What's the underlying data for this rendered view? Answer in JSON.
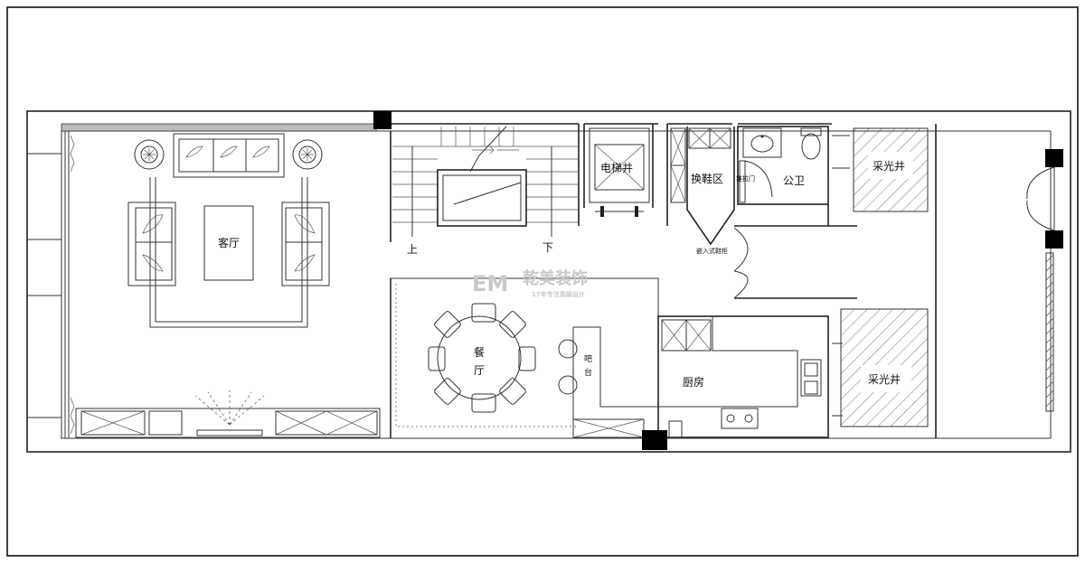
{
  "rooms": {
    "living_room": "客厅",
    "dining_room_1": "餐",
    "dining_room_2": "厅",
    "bar_1": "吧",
    "bar_2": "台",
    "kitchen": "厨房",
    "elevator_shaft": "电梯井",
    "shoe_area": "换鞋区",
    "public_bathroom": "公卫",
    "light_well_upper": "采光井",
    "light_well_lower": "采光井",
    "sliding_door": "推拉门",
    "shoe_cabinet": "嵌入式鞋柜"
  },
  "stairs": {
    "up_label": "上",
    "down_label": "下"
  },
  "watermark": {
    "logo": "EM",
    "brand": "乾美装饰",
    "tagline": "17年专注高端设计"
  },
  "colors": {
    "wall": "#222222",
    "column": "#000000",
    "watermark": "#c9c9c9"
  }
}
